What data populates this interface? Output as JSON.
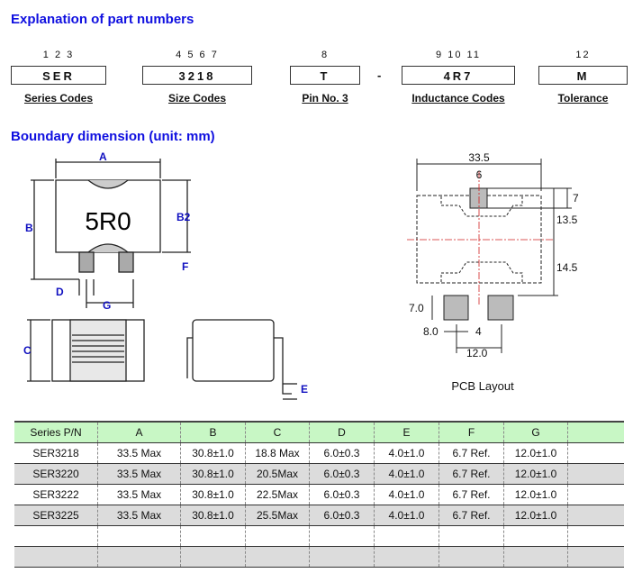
{
  "headings": {
    "part_numbers": "Explanation of part numbers",
    "boundary": "Boundary dimension (unit: mm)"
  },
  "part_numbers": [
    {
      "digits": "1 2 3",
      "code": "SER",
      "label": "Series Codes"
    },
    {
      "digits": "4 5 6 7",
      "code": "3218",
      "label": "Size Codes"
    },
    {
      "digits": "8",
      "code": "T",
      "label": "Pin No. 3"
    },
    {
      "digits": "9 10 11",
      "code": "4R7",
      "label": "Inductance Codes"
    },
    {
      "digits": "12",
      "code": "M",
      "label": "Tolerance"
    }
  ],
  "separator": "-",
  "drawing": {
    "marking": "5R0",
    "labels": {
      "a": "A",
      "b": "B",
      "b2": "B2",
      "f": "F",
      "d": "D",
      "g": "G",
      "c": "C",
      "e": "E"
    }
  },
  "pcb": {
    "title": "PCB Layout",
    "dims": {
      "width": "33.5",
      "pad_top_w": "6",
      "pad_top_h": "7",
      "h1": "13.5",
      "h2": "14.5",
      "pad_h": "7.0",
      "pad_w": "8.0",
      "gap": "4",
      "pitch": "12.0"
    }
  },
  "table": {
    "headers": [
      "Series P/N",
      "A",
      "B",
      "C",
      "D",
      "E",
      "F",
      "G",
      ""
    ],
    "rows": [
      [
        "SER3218",
        "33.5 Max",
        "30.8±1.0",
        "18.8 Max",
        "6.0±0.3",
        "4.0±1.0",
        "6.7 Ref.",
        "12.0±1.0",
        ""
      ],
      [
        "SER3220",
        "33.5 Max",
        "30.8±1.0",
        "20.5Max",
        "6.0±0.3",
        "4.0±1.0",
        "6.7 Ref.",
        "12.0±1.0",
        ""
      ],
      [
        "SER3222",
        "33.5 Max",
        "30.8±1.0",
        "22.5Max",
        "6.0±0.3",
        "4.0±1.0",
        "6.7 Ref.",
        "12.0±1.0",
        ""
      ],
      [
        "SER3225",
        "33.5 Max",
        "30.8±1.0",
        "25.5Max",
        "6.0±0.3",
        "4.0±1.0",
        "6.7 Ref.",
        "12.0±1.0",
        ""
      ],
      [
        "",
        "",
        "",
        "",
        "",
        "",
        "",
        "",
        ""
      ],
      [
        "",
        "",
        "",
        "",
        "",
        "",
        "",
        "",
        ""
      ]
    ]
  }
}
